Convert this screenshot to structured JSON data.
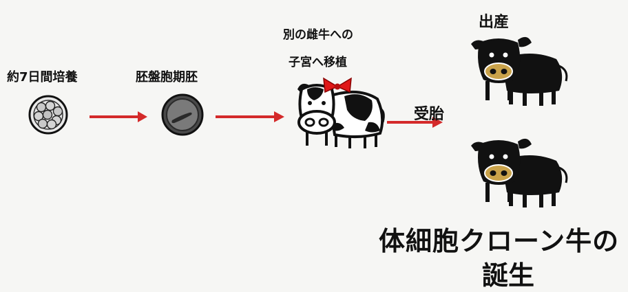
{
  "stages": {
    "culture_label": "約7日間培養",
    "blastocyst_label": "胚盤胞期胚",
    "transfer_line1": "別の雌牛への",
    "transfer_line2": "子宮へ移植",
    "pregnancy_label": "受胎",
    "birth_label": "出産"
  },
  "title": {
    "line1": "体細胞クローン牛の",
    "line2": "誕生"
  },
  "colors": {
    "arrow": "#d42a2a",
    "ribbon": "#e01818",
    "muzzle": "#c9a24a",
    "cattle": "#111111"
  },
  "icons": {
    "culture": "cell-cluster-icon",
    "blastocyst": "blastocyst-icon",
    "surrogate": "holstein-cow-icon",
    "calf": "black-cattle-icon"
  }
}
